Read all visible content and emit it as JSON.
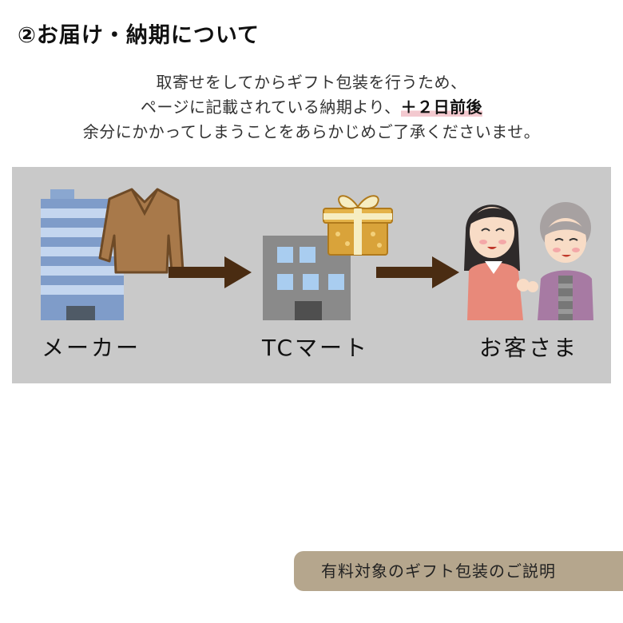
{
  "section_title": "②お届け・納期について",
  "intro": {
    "line1": "取寄せをしてからギフト包装を行うため、",
    "line2_prefix": "ページに記載されている納期より、",
    "line2_emphasis": "＋２日前後",
    "line3": "余分にかかってしまうことをあらかじめご了承くださいませ。"
  },
  "flow": {
    "maker_label": "メーカー",
    "shop_label": "TCマート",
    "customer_label": "お客さま"
  },
  "button": {
    "label": "有料対象のギフト包装のご説明"
  },
  "colors": {
    "panel_bg": "#c9c9c9",
    "arrow": "#4a2c12",
    "emphasis_underline": "#f3c9cf",
    "button_bg": "#b5a68d"
  },
  "icons": [
    "factory-building-icon",
    "sweater-icon",
    "arrow-right-icon",
    "store-building-icon",
    "gift-box-icon",
    "customers-icon"
  ]
}
